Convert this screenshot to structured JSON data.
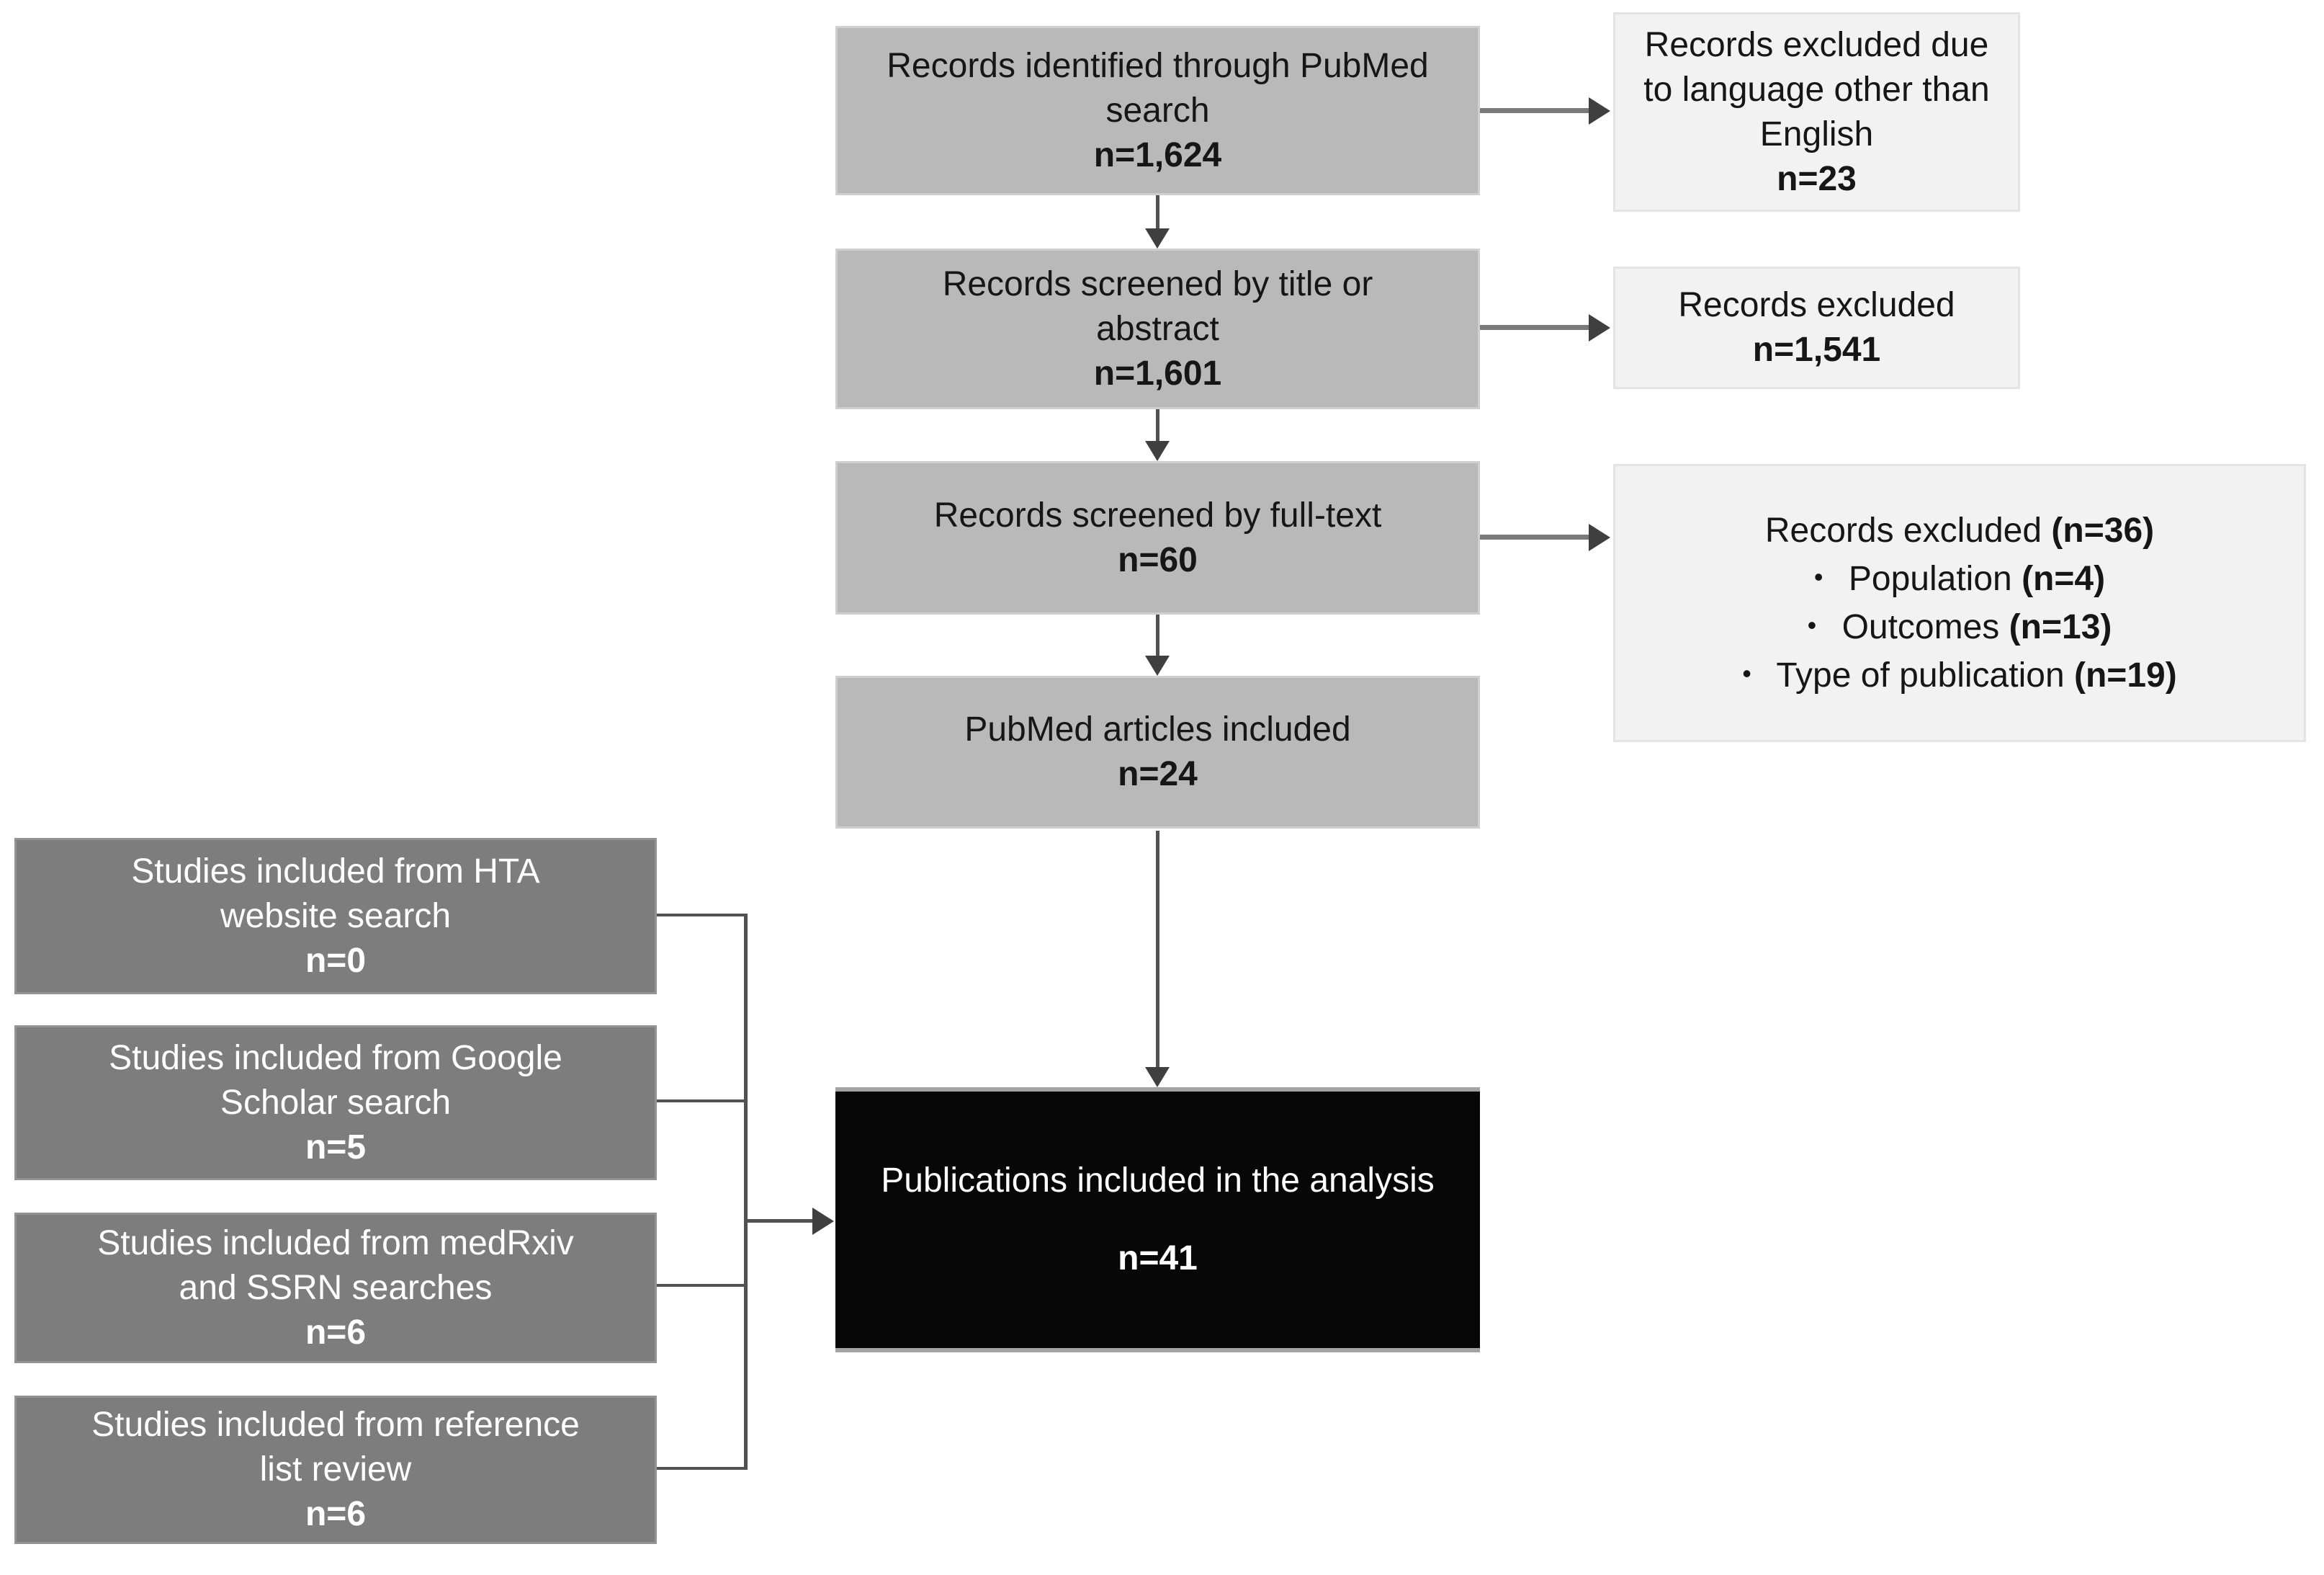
{
  "figure": {
    "type": "prisma-flow-diagram",
    "colors": {
      "process_box_fill": "#b9b9b9",
      "source_box_fill": "#7d7d7d",
      "exclusion_box_fill": "#f2f2f2",
      "final_box_fill": "#070707",
      "arrow": "#515151"
    },
    "center": [
      {
        "label": "Records identified through PubMed search",
        "n": "n=1,624"
      },
      {
        "label": "Records screened by title or abstract",
        "n": "n=1,601"
      },
      {
        "label": "Records screened by full-text",
        "n": "n=60"
      },
      {
        "label": "PubMed articles included",
        "n": "n=24"
      }
    ],
    "right": [
      {
        "label": "Records excluded due to language other than English",
        "n": "n=23"
      },
      {
        "label": "Records excluded",
        "n": "n=1,541"
      }
    ],
    "exclusion_detail": {
      "title": "Records excluded",
      "title_n": "(n=36)",
      "bullet_glyph": "•",
      "bullets": [
        {
          "label": "Population",
          "n": "(n=4)"
        },
        {
          "label": "Outcomes",
          "n": "(n=13)"
        },
        {
          "label": "Type of publication",
          "n": "(n=19)"
        }
      ]
    },
    "left": [
      {
        "label": "Studies included from HTA website search",
        "n": "n=0"
      },
      {
        "label": "Studies included from Google Scholar search",
        "n": "n=5"
      },
      {
        "label": "Studies included from medRxiv and SSRN searches",
        "n": "n=6"
      },
      {
        "label": "Studies included from reference list review",
        "n": "n=6"
      }
    ],
    "final": {
      "label": "Publications included in the analysis",
      "n": "n=41"
    }
  }
}
